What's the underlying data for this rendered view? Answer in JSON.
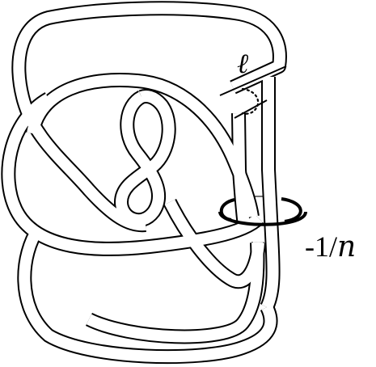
{
  "diagram": {
    "labels": {
      "ell": "ℓ",
      "sign": "–",
      "coefficient_prefix": "-1/",
      "coefficient_var": "n"
    }
  }
}
